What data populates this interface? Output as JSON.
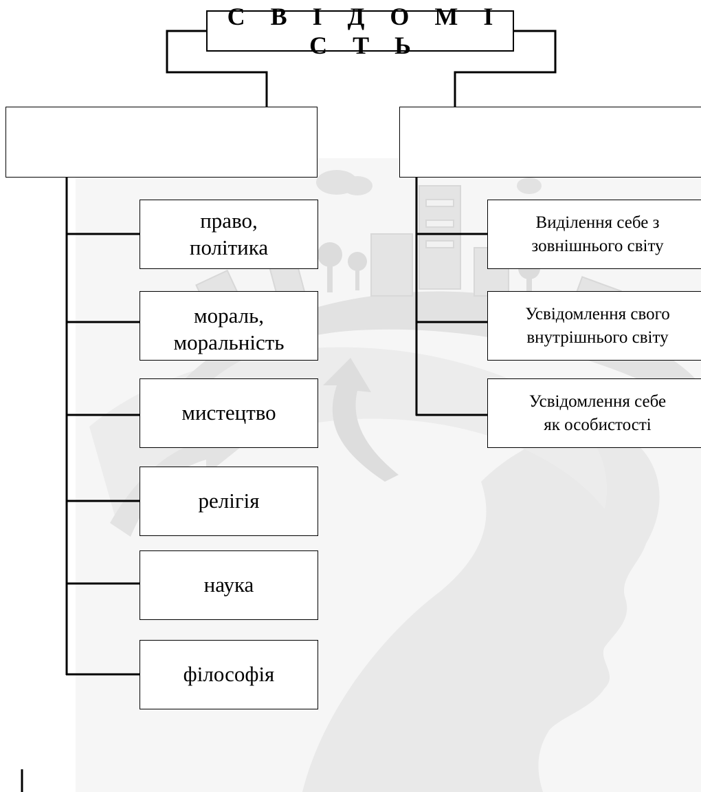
{
  "title": "С В І Д О М І С Т Ь",
  "left_branch": {
    "heading": "",
    "items": [
      {
        "line1": "право,",
        "line2": "політика"
      },
      {
        "line1": "мораль,",
        "line2": "моральність"
      },
      {
        "line1": "мистецтво",
        "line2": ""
      },
      {
        "line1": "релігія",
        "line2": ""
      },
      {
        "line1": "наука",
        "line2": ""
      },
      {
        "line1": "філософія",
        "line2": ""
      }
    ]
  },
  "right_branch": {
    "heading": "",
    "items": [
      {
        "line1": "Виділення себе з",
        "line2": "зовнішнього світу"
      },
      {
        "line1": "Усвідомлення свого",
        "line2": "внутрішнього світу"
      },
      {
        "line1": "Усвідомлення себе",
        "line2": "як особистості"
      }
    ]
  },
  "colors": {
    "line": "#000000",
    "box_fill": "#ffffff",
    "watermark": "#e6e6e6"
  }
}
